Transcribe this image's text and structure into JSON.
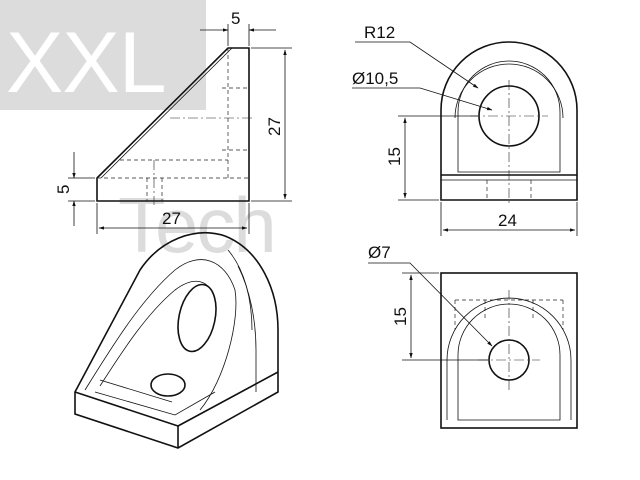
{
  "watermark": {
    "left_text": "Tech",
    "right_text": "XXL"
  },
  "dimensions": {
    "top_width": "5",
    "height": "27",
    "base_height": "5",
    "base_length": "27",
    "radius": "R12",
    "bore_diameter": "Ø10,5",
    "bore_height": "15",
    "width": "24",
    "hole_diameter": "Ø7",
    "hole_height": "15"
  }
}
